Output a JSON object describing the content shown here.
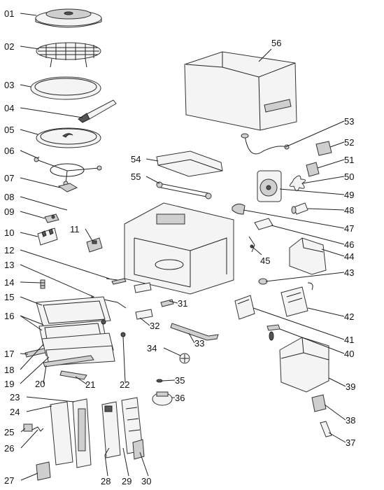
{
  "labels": [
    {
      "id": "l01",
      "text": "01"
    },
    {
      "id": "l02",
      "text": "02"
    },
    {
      "id": "l03",
      "text": "03"
    },
    {
      "id": "l04",
      "text": "04"
    },
    {
      "id": "l05",
      "text": "05"
    },
    {
      "id": "l06",
      "text": "06"
    },
    {
      "id": "l07",
      "text": "07"
    },
    {
      "id": "l08",
      "text": "08"
    },
    {
      "id": "l09",
      "text": "09"
    },
    {
      "id": "l10",
      "text": "10"
    },
    {
      "id": "l11",
      "text": "11"
    },
    {
      "id": "l12",
      "text": "12"
    },
    {
      "id": "l13",
      "text": "13"
    },
    {
      "id": "l14",
      "text": "14"
    },
    {
      "id": "l15",
      "text": "15"
    },
    {
      "id": "l16",
      "text": "16"
    },
    {
      "id": "l17",
      "text": "17"
    },
    {
      "id": "l18",
      "text": "18"
    },
    {
      "id": "l19",
      "text": "19"
    },
    {
      "id": "l20",
      "text": "20"
    },
    {
      "id": "l21",
      "text": "21"
    },
    {
      "id": "l22",
      "text": "22"
    },
    {
      "id": "l23",
      "text": "23"
    },
    {
      "id": "l24",
      "text": "24"
    },
    {
      "id": "l25",
      "text": "25"
    },
    {
      "id": "l26",
      "text": "26"
    },
    {
      "id": "l27",
      "text": "27"
    },
    {
      "id": "l28",
      "text": "28"
    },
    {
      "id": "l29",
      "text": "29"
    },
    {
      "id": "l30",
      "text": "30"
    },
    {
      "id": "l31",
      "text": "31"
    },
    {
      "id": "l32",
      "text": "32"
    },
    {
      "id": "l33",
      "text": "33"
    },
    {
      "id": "l34",
      "text": "34"
    },
    {
      "id": "l35",
      "text": "35"
    },
    {
      "id": "l36",
      "text": "36"
    },
    {
      "id": "l37",
      "text": "37"
    },
    {
      "id": "l38",
      "text": "38"
    },
    {
      "id": "l39",
      "text": "39"
    },
    {
      "id": "l40",
      "text": "40"
    },
    {
      "id": "l41",
      "text": "41"
    },
    {
      "id": "l42",
      "text": "42"
    },
    {
      "id": "l43",
      "text": "43"
    },
    {
      "id": "l44",
      "text": "44"
    },
    {
      "id": "l45",
      "text": "45"
    },
    {
      "id": "l46",
      "text": "46"
    },
    {
      "id": "l47",
      "text": "47"
    },
    {
      "id": "l48",
      "text": "48"
    },
    {
      "id": "l49",
      "text": "49"
    },
    {
      "id": "l50",
      "text": "50"
    },
    {
      "id": "l51",
      "text": "51"
    },
    {
      "id": "l52",
      "text": "52"
    },
    {
      "id": "l53",
      "text": "53"
    },
    {
      "id": "l54",
      "text": "54"
    },
    {
      "id": "l55",
      "text": "55"
    },
    {
      "id": "l56",
      "text": "56"
    }
  ]
}
